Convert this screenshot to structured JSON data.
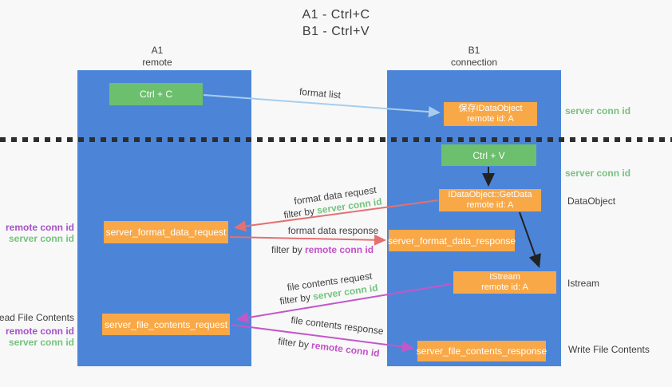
{
  "title": {
    "line1": "A1 - Ctrl+C",
    "line2": "B1 - Ctrl+V"
  },
  "lanes": {
    "left": {
      "title": "A1",
      "subtitle": "remote"
    },
    "right": {
      "title": "B1",
      "subtitle": "connection"
    }
  },
  "nodes": {
    "ctrl_c": {
      "label": "Ctrl + C"
    },
    "save_idataobject": {
      "line1": "保存IDataObject",
      "line2": "remote id: A"
    },
    "ctrl_v": {
      "label": "Ctrl + V"
    },
    "idataobject_getdata": {
      "line1": "IDataObject::GetData",
      "line2": "remote id: A"
    },
    "server_format_data_request": {
      "label": "server_format_data_request"
    },
    "server_format_data_response": {
      "label": "server_format_data_response"
    },
    "istream": {
      "line1": "IStream",
      "line2": "remote id: A"
    },
    "server_file_contents_request": {
      "label": "server_file_contents_request"
    },
    "server_file_contents_response": {
      "label": "server_file_contents_response"
    }
  },
  "side_labels": {
    "server_conn_id_top": "server conn id",
    "server_conn_id_mid": "server conn id",
    "dataobject": "DataObject",
    "istream": "Istream",
    "write_file_contents": "Write File Contents",
    "read_file_contents": "Read File Contents",
    "format_remote_conn_id": "remote conn id",
    "format_server_conn_id": "server conn id",
    "file_remote_conn_id": "remote conn id",
    "file_server_conn_id": "server conn id"
  },
  "flow_labels": {
    "format_list": "format list",
    "format_data_request": "format data request",
    "format_data_request_filter": {
      "prefix": "filter by ",
      "keyword": "server conn id"
    },
    "format_data_response": "format data response",
    "format_data_response_filter": {
      "prefix": "filter by ",
      "keyword": "remote conn id"
    },
    "file_contents_request": "file contents request",
    "file_contents_request_filter": {
      "prefix": "filter by ",
      "keyword": "server conn id"
    },
    "file_contents_response": "file contents response",
    "file_contents_response_filter": {
      "prefix": "filter by ",
      "keyword": "remote conn id"
    }
  },
  "colors": {
    "lane_blue": "#4c85d8",
    "node_green": "#6cbf6d",
    "node_orange": "#f9a847",
    "arrow_red": "#e57070",
    "arrow_magenta": "#c457c8",
    "arrow_lightblue": "#a8cdec",
    "arrow_black": "#222222",
    "text_green": "#74c37c",
    "text_purple": "#a450c8"
  }
}
